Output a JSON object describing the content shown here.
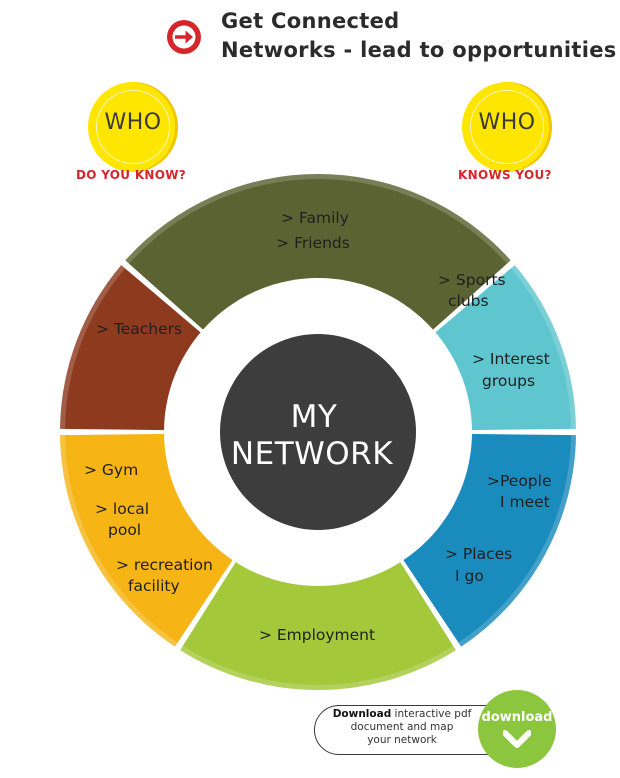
{
  "header": {
    "line1": "Get Connected",
    "line2": "Networks - lead to opportunities",
    "icon": "arrow-right-circle-icon"
  },
  "who_left": {
    "label": "WHO",
    "sub": "DO YOU KNOW?"
  },
  "who_right": {
    "label": "WHO",
    "sub": "KNOWS YOU?"
  },
  "center": {
    "line1": "MY",
    "line2": "NETWORK"
  },
  "segments": [
    {
      "id": "top",
      "color": "#5b6332",
      "lines": [
        "> Family",
        "> Friends"
      ]
    },
    {
      "id": "upper-right",
      "color": "#5fc6cf",
      "lines": [
        "> Sports",
        "clubs",
        "> Interest",
        "groups"
      ]
    },
    {
      "id": "lower-right",
      "color": "#1a8bbd",
      "lines": [
        ">People",
        "I meet",
        "> Places",
        "I go"
      ]
    },
    {
      "id": "bottom",
      "color": "#a3c93a",
      "lines": [
        "> Employment"
      ]
    },
    {
      "id": "lower-left",
      "color": "#f6b515",
      "lines": [
        "> Gym",
        "> local",
        "pool",
        "> recreation",
        "facility"
      ]
    },
    {
      "id": "upper-left",
      "color": "#8d3a1f",
      "lines": [
        "> Teachers"
      ]
    }
  ],
  "download": {
    "bold": "Download",
    "text_a": " interactive pdf",
    "text_b": "document and map",
    "text_c": "your network",
    "button_label": "download",
    "button_color": "#8cc63f"
  }
}
